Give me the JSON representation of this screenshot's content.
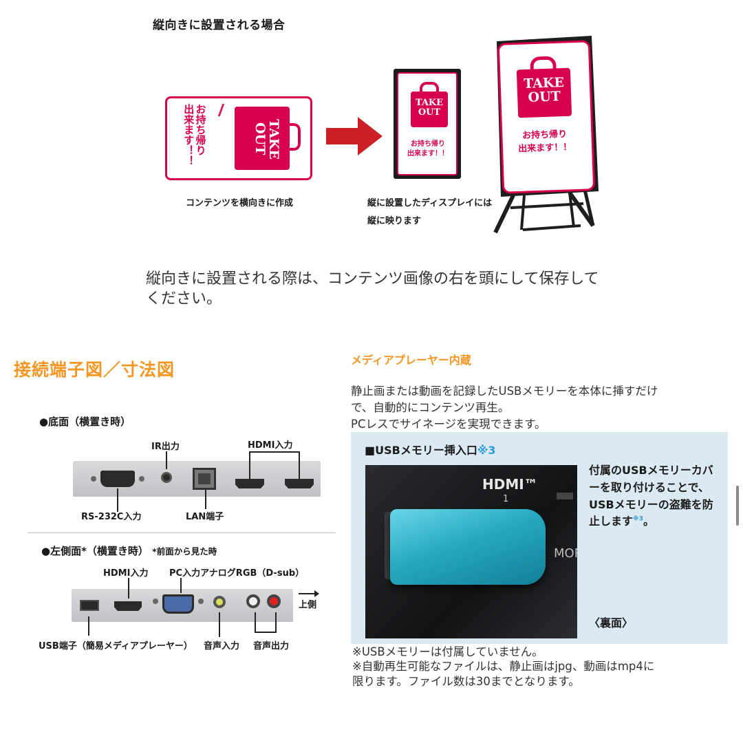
{
  "orientation": {
    "heading": "縦向きに設置される場合",
    "card": {
      "take_out": "TAKE OUT",
      "take_out_line1": "TAKE",
      "take_out_line2": "OUT",
      "message_line1": "お持ち帰り",
      "message_line2": "出来ます！！"
    },
    "caption_landscape": "コンテンツを横向きに作成",
    "caption_portrait_line1": "縦に設置したディスプレイには",
    "caption_portrait_line2": "縦に映ります",
    "note": "縦向きに設置される際は、コンテンツ画像の右を頭にして保存してください。",
    "colors": {
      "brand": "#d6004f",
      "arrow": "#cc1f26"
    }
  },
  "connectors": {
    "title": "接続端子図／寸法図",
    "bottom": {
      "label": "●底面（横置き時）",
      "ir": "IR出力",
      "hdmi": "HDMI入力",
      "rs232c": "RS-232C入力",
      "lan": "LAN端子"
    },
    "side": {
      "label": "●左側面*（横置き時）",
      "label_note": "*前面から見た時",
      "hdmi": "HDMI入力",
      "pc": "PC入力アナログRGB（D-sub）",
      "up": "上側",
      "usb": "USB端子（簡易メディアプレーヤー）",
      "audio_in": "音声入力",
      "audio_out": "音声出力"
    }
  },
  "media": {
    "title": "メディアプレーヤー内蔵",
    "desc_line1": "静止画または動画を記録したUSBメモリーを本体に挿すだけ",
    "desc_line2": "で、自動的にコンテンツ再生。",
    "desc_line3": "PCレスでサイネージを実現できます。",
    "usb_title": "■USBメモリー挿入口",
    "usb_title_ref": "※3",
    "photo_hdmi": "HDMI™",
    "photo_hdmi_num": "1",
    "photo_mor": "MOR",
    "side_text": "付属のUSBメモリーカバーを取り付けることで、USBメモリーの盗難を防止します",
    "side_ref": "※3",
    "side_end": "。",
    "back_label": "〈裏面〉",
    "colors": {
      "accent": "#f39624",
      "ref": "#2d9ad8",
      "panel_bg": "#dbe9f2"
    }
  },
  "footnotes": {
    "line1": "※USBメモリーは付属していません。",
    "line2": "※自動再生可能なファイルは、静止画はjpg、動画はmp4に",
    "line3": "限ります。ファイル数は30までとなります。"
  }
}
